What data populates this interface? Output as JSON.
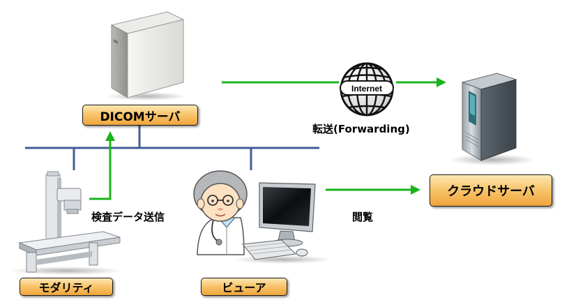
{
  "nodes": {
    "dicom_server": "DICOMサーバ",
    "cloud_server": "クラウドサーバ",
    "modality": "モダリティ",
    "viewer": "ビューア"
  },
  "internet_label": "Internet",
  "connections": {
    "forwarding": "転送(Forwarding)",
    "send_exam_data": "検査データ送信",
    "view": "閲覧"
  },
  "colors": {
    "arrow": "#19b319",
    "network_line": "#3f5f95",
    "label_fill_top": "#fde7b4",
    "label_fill_bottom": "#f0a53b"
  }
}
